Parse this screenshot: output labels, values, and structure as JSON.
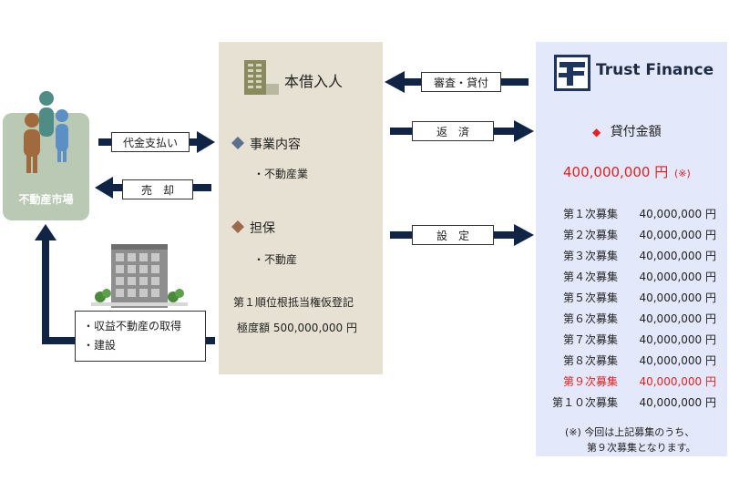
{
  "market": {
    "label": "不動産市場"
  },
  "borrower": {
    "title": "本借入人",
    "business_heading": "事業内容",
    "business_item": "・不動産業",
    "collateral_heading": "担保",
    "collateral_item": "・不動産",
    "registration_line1": "第１順位根抵当権仮登記",
    "registration_line2": "極度額 500,000,000 円"
  },
  "lender": {
    "logo_text": "Trust Finance",
    "loan_heading": "貸付金額",
    "loan_amount": "400,000,000 円",
    "loan_amount_note": "(※)",
    "rounds": [
      {
        "label": "第１次募集",
        "amount": "40,000,000 円",
        "highlight": false
      },
      {
        "label": "第２次募集",
        "amount": "40,000,000 円",
        "highlight": false
      },
      {
        "label": "第３次募集",
        "amount": "40,000,000 円",
        "highlight": false
      },
      {
        "label": "第４次募集",
        "amount": "40,000,000 円",
        "highlight": false
      },
      {
        "label": "第５次募集",
        "amount": "40,000,000 円",
        "highlight": false
      },
      {
        "label": "第６次募集",
        "amount": "40,000,000 円",
        "highlight": false
      },
      {
        "label": "第７次募集",
        "amount": "40,000,000 円",
        "highlight": false
      },
      {
        "label": "第８次募集",
        "amount": "40,000,000 円",
        "highlight": false
      },
      {
        "label": "第９次募集",
        "amount": "40,000,000 円",
        "highlight": true
      },
      {
        "label": "第１０次募集",
        "amount": "40,000,000 円",
        "highlight": false
      }
    ],
    "note_line1": "(※) 今回は上記募集のうち、",
    "note_line2": "第９次募集となります。"
  },
  "arrows": {
    "payment": "代金支払い",
    "sale": "売　却",
    "acquire_line1": "・収益不動産の取得",
    "acquire_line2": "・建設",
    "review": "審査・貸付",
    "repay": "返　済",
    "setup": "設　定"
  },
  "colors": {
    "arrow": "#102545",
    "market_box": "#b9c9b4",
    "borrower_box": "#e6e1d2",
    "lender_box": "#e3e8fb",
    "highlight": "#e61e1e",
    "diamond_business": "#5a6f8c",
    "diamond_collateral": "#9a6a4a"
  },
  "icons": [
    "people-icon",
    "building-icon",
    "office-building-icon",
    "diamond-icon",
    "trust-finance-logo"
  ]
}
